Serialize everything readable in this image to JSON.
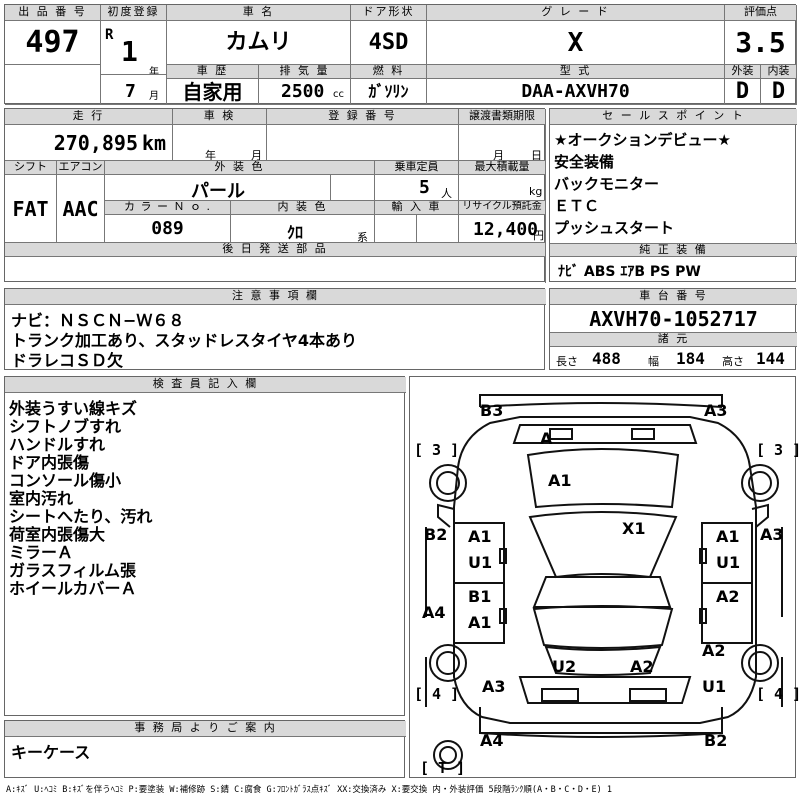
{
  "header": {
    "lot_no_label": "出 品 番 号",
    "lot_no": "497",
    "first_reg_label": "初度登録",
    "era": "R",
    "year": "1",
    "year_unit": "年",
    "month": "7",
    "month_unit": "月",
    "car_name_label": "車 名",
    "car_name": "カムリ",
    "history_label": "車 歴",
    "history": "自家用",
    "displacement_label": "排 気 量",
    "displacement": "2500",
    "displacement_unit": "cc",
    "door_label": "ドア形状",
    "door": "4SD",
    "fuel_label": "燃 料",
    "fuel": "ｶﾞｿﾘﾝ",
    "grade_label": "グ レ ー ド",
    "grade": "X",
    "model_label": "型 式",
    "model": "DAA-AXVH70",
    "score_label": "評価点",
    "score": "3.5",
    "ext_label": "外装",
    "ext": "D",
    "int_label": "内装",
    "int": "D"
  },
  "row2": {
    "mileage_label": "走 行",
    "mileage": "270,895",
    "mileage_unit": "km",
    "inspection_label": "車 検",
    "insp_year": "年",
    "insp_month": "月",
    "reg_no_label": "登 録 番 号",
    "transfer_label": "譲渡書類期限",
    "tr_month": "月",
    "tr_day": "日",
    "shift_label": "シフト",
    "shift": "FAT",
    "ac_label": "エアコン",
    "ac": "AAC",
    "color_label": "外 装 色",
    "color": "パール",
    "capacity_label": "乗車定員",
    "capacity": "5",
    "capacity_unit": "人",
    "loadcap_label": "最大積載量",
    "loadcap_unit": "kg",
    "color_no_label": "カ ラ ー Ｎ ｏ .",
    "color_no": "089",
    "interior_label": "内 装 色",
    "interior": "ｸﾛ",
    "interior_unit": "系",
    "import_label": "輸 入 車",
    "recycle_label": "リサイクル預託金",
    "recycle": "12,400",
    "recycle_unit": "円",
    "later_parts_label": "後 日 発 送 部 品"
  },
  "sales_points": {
    "label": "セ ー ル ス ポ イ ン ト",
    "items": [
      "★オークションデビュー★",
      "安全装備",
      "バックモニター",
      "ＥＴＣ",
      "プッシュスタート"
    ]
  },
  "equipment": {
    "label": "純 正 装 備",
    "value": "ﾅﾋﾞ ABS ｴｱB PS PW"
  },
  "notes": {
    "label": "注 意 事 項 欄",
    "lines": [
      "ナビ：ＮＳＣＮ−Ｗ６８",
      "トランク加工あり、スタッドレスタイヤ4本あり",
      "ドラレコＳＤ欠"
    ]
  },
  "chassis": {
    "label": "車 台 番 号",
    "value": "AXVH70-1052717"
  },
  "dims": {
    "label": "諸 元",
    "length_label": "長さ",
    "length": "488",
    "width_label": "幅",
    "width": "184",
    "height_label": "高さ",
    "height": "144"
  },
  "inspector": {
    "label": "検 査 員 記 入 欄",
    "lines": [
      "外装うすい線キズ",
      "シフトノブすれ",
      "ハンドルすれ",
      "ドア内張傷",
      "コンソール傷小",
      "室内汚れ",
      "シートへたり、汚れ",
      "荷室内張傷大",
      "ミラーＡ",
      "ガラスフィルム張",
      "ホイールカバーＡ"
    ]
  },
  "office": {
    "label": "事 務 局 よ り ご 案 内",
    "value": "キーケース"
  },
  "diagram": {
    "marks": {
      "b3": "B3",
      "a3_top": "A3",
      "a_front": "A",
      "a1_hood": "A1",
      "x1": "X1",
      "b2_left": "B2",
      "a3_right": "A3",
      "a1_ld": "A1",
      "u1_ld": "U1",
      "a1_rd": "A1",
      "u1_rd": "U1",
      "a4_left": "A4",
      "b1_lr": "B1",
      "a1_lr": "A1",
      "a2_rr": "A2",
      "a2_right": "A2",
      "u2": "U2",
      "a2_trunk": "A2",
      "a3_bl": "A3",
      "u1_br": "U1",
      "a4_bottom": "A4",
      "b2_bottom": "B2"
    },
    "brackets": {
      "tl": "[ 3 ]",
      "tr": "[ 3 ]",
      "bl": "[ 4 ]",
      "br": "[ 4 ]",
      "bottom": "[ T ]"
    }
  },
  "legend": "A:ｷｽﾞ U:ﾍｺﾐ B:ｷｽﾞを伴うﾍｺﾐ P:要塗装 W:補修跡 S:錆 C:腐食 G:ﾌﾛﾝﾄｶﾞﾗｽ点ｷｽﾞ XX:交換済み X:要交換 内・外装評価 5段階ﾗﾝｸ順(A・B・C・D・E) 1"
}
